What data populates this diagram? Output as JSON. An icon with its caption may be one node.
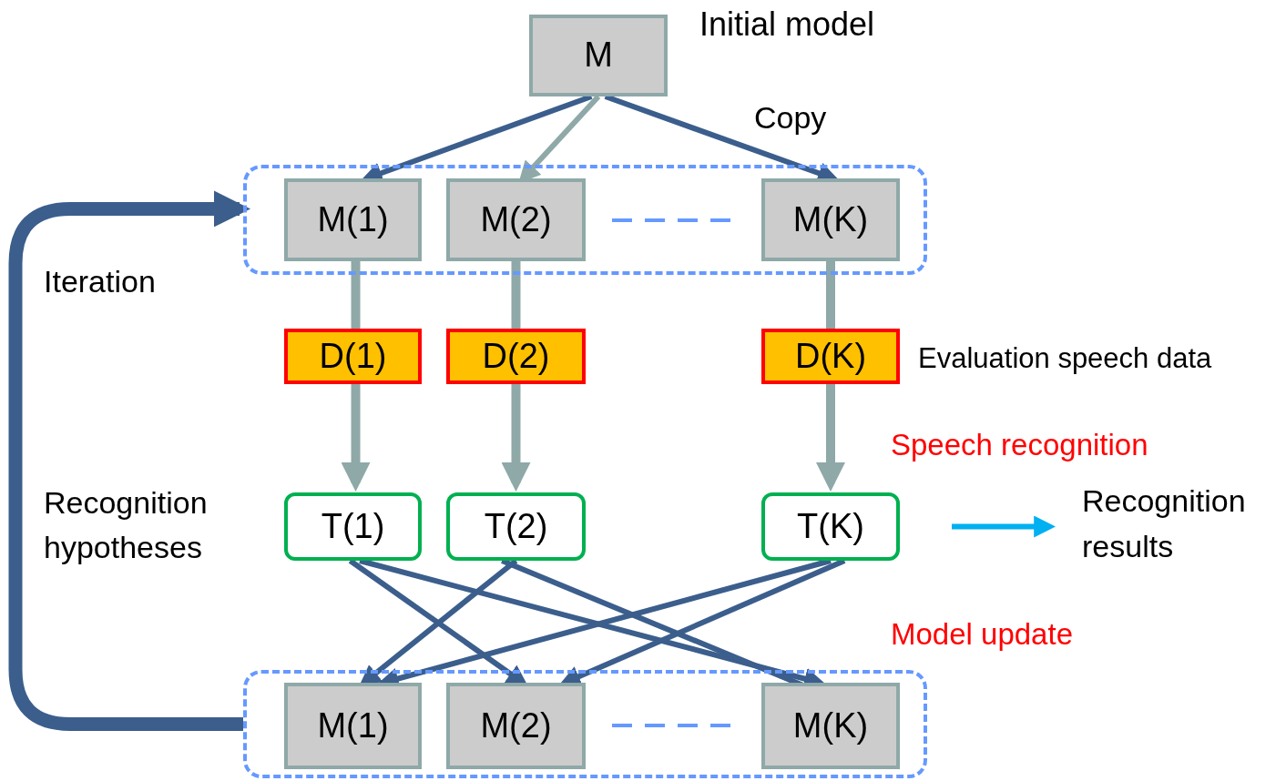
{
  "diagram": {
    "nodes": [
      {
        "text": [
          "M"
        ],
        "beside": [
          "Initial model"
        ]
      },
      {
        "text": [],
        "shape": "box"
      },
      {
        "text": [
          "M(1)"
        ],
        "in": 1
      },
      {
        "text": [
          "M(2)"
        ],
        "in": 1
      },
      {
        "text": [
          "M(K)"
        ],
        "in": 1
      },
      {
        "text": [
          "D(1)"
        ]
      },
      {
        "text": [
          "D(2)"
        ]
      },
      {
        "text": [
          "D(K)"
        ],
        "beside": [
          "Evaluation speech data"
        ]
      },
      {
        "text": [
          "T(1)"
        ]
      },
      {
        "text": [
          "T(2)"
        ]
      },
      {
        "text": [
          "T(K)"
        ]
      },
      {
        "text": [],
        "shape": "box"
      },
      {
        "text": [
          "M(1)"
        ],
        "in": 11
      },
      {
        "text": [
          "M(2)"
        ],
        "in": 11
      },
      {
        "text": [
          "M(K)"
        ],
        "in": 11
      },
      {
        "text": [
          "Recognition results"
        ]
      }
    ],
    "edges": [
      {
        "from": 0,
        "to": 2,
        "arrow": "to"
      },
      {
        "from": 0,
        "to": 3,
        "arrow": "to",
        "color": "#8fa8a8"
      },
      {
        "from": 0,
        "to": 4,
        "arrow": "to"
      },
      {
        "from": 2,
        "to": 5,
        "arrow": "none",
        "color": "#8fa8a8"
      },
      {
        "from": 3,
        "to": 6,
        "arrow": "none",
        "color": "#8fa8a8"
      },
      {
        "from": 4,
        "to": 7,
        "arrow": "none",
        "color": "#8fa8a8"
      },
      {
        "from": 5,
        "to": 8,
        "arrow": "to",
        "color": "#8fa8a8"
      },
      {
        "from": 6,
        "to": 9,
        "arrow": "to",
        "color": "#8fa8a8"
      },
      {
        "from": 7,
        "to": 10,
        "arrow": "to",
        "color": "#8fa8a8"
      },
      {
        "from": 8,
        "to": 13,
        "arrow": "to"
      },
      {
        "from": 8,
        "to": 14,
        "arrow": "to"
      },
      {
        "from": 9,
        "to": 12,
        "arrow": "to"
      },
      {
        "from": 9,
        "to": 14,
        "arrow": "to"
      },
      {
        "from": 10,
        "to": 12,
        "arrow": "to"
      },
      {
        "from": 10,
        "to": 13,
        "arrow": "to"
      },
      {
        "from": 10,
        "to": 15,
        "arrow": "to",
        "color": "#00b0f0"
      },
      {
        "from": 11,
        "to": 1,
        "arrow": "to",
        "style": "thick"
      }
    ],
    "labels": [
      "Copy",
      "Iteration",
      "Speech recognition",
      "Recognition hypotheses",
      "Model update"
    ]
  }
}
